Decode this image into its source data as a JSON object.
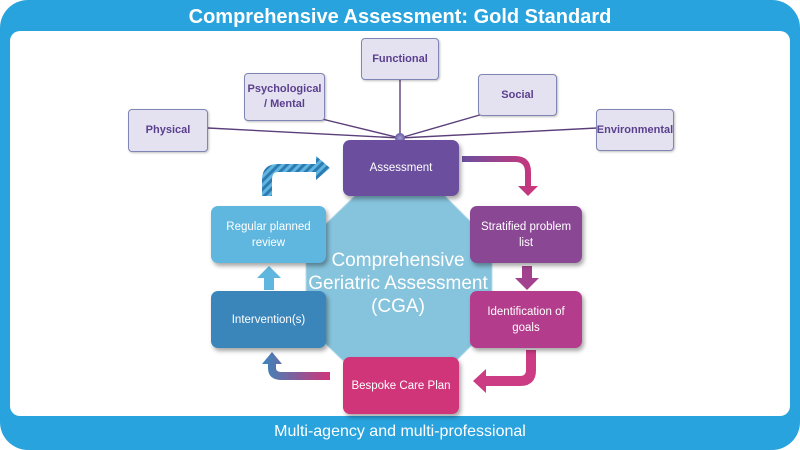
{
  "title": "Comprehensive Assessment: Gold Standard",
  "footer": "Multi-agency and multi-professional",
  "domains": {
    "physical": "Physical",
    "psychological": "Psychological / Mental",
    "functional": "Functional",
    "social": "Social",
    "environmental": "Environmental"
  },
  "cycle": {
    "assessment": "Assessment",
    "problem_list": "Stratified problem list",
    "goals": "Identification of goals",
    "care_plan": "Bespoke Care Plan",
    "intervention": "Intervention(s)",
    "review": "Regular planned review"
  },
  "center": "Comprehensive Geriatric Assessment (CGA)",
  "colors": {
    "frame": "#29a3dd",
    "assessment": "#6b4f9e",
    "problem_list": "#8a4894",
    "goals": "#b43c8c",
    "care_plan": "#d0357a",
    "intervention": "#3a86bb",
    "review": "#5fb6de",
    "center": "#86c3dc"
  }
}
